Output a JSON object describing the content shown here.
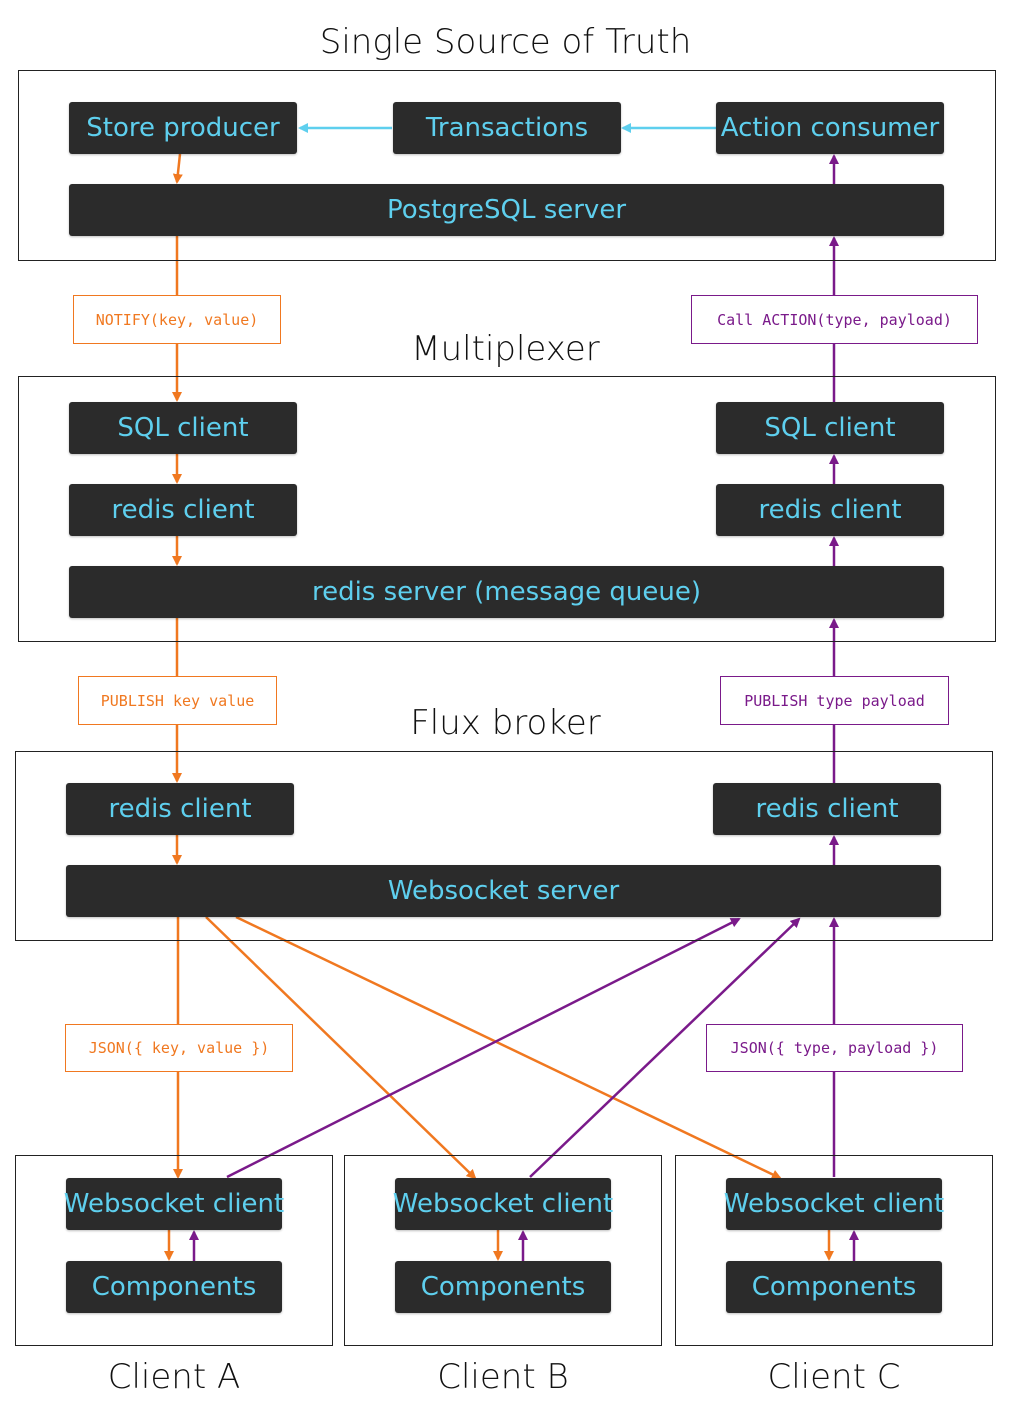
{
  "colors": {
    "orange": "#f07820",
    "purple": "#7a1a8a",
    "cyan": "#5ecfee",
    "node_bg": "#2b2b2b"
  },
  "ssot": {
    "title": "Single Source of Truth",
    "store_producer": "Store producer",
    "transactions": "Transactions",
    "action_consumer": "Action consumer",
    "postgres": "PostgreSQL server"
  },
  "labels": {
    "notify": "NOTIFY(key, value)",
    "call_action": "Call ACTION(type, payload)",
    "publish_kv": "PUBLISH key value",
    "publish_tp": "PUBLISH type payload",
    "json_kv": "JSON({ key, value })",
    "json_tp": "JSON({ type, payload })"
  },
  "multiplexer": {
    "title": "Multiplexer",
    "sql_client_left": "SQL client",
    "sql_client_right": "SQL client",
    "redis_client_left": "redis client",
    "redis_client_right": "redis client",
    "redis_server": "redis server (message queue)"
  },
  "flux": {
    "title": "Flux broker",
    "redis_client_left": "redis client",
    "redis_client_right": "redis client",
    "websocket_server": "Websocket server"
  },
  "clients": [
    {
      "name": "Client A",
      "ws": "Websocket client",
      "components": "Components"
    },
    {
      "name": "Client B",
      "ws": "Websocket client",
      "components": "Components"
    },
    {
      "name": "Client C",
      "ws": "Websocket client",
      "components": "Components"
    }
  ]
}
